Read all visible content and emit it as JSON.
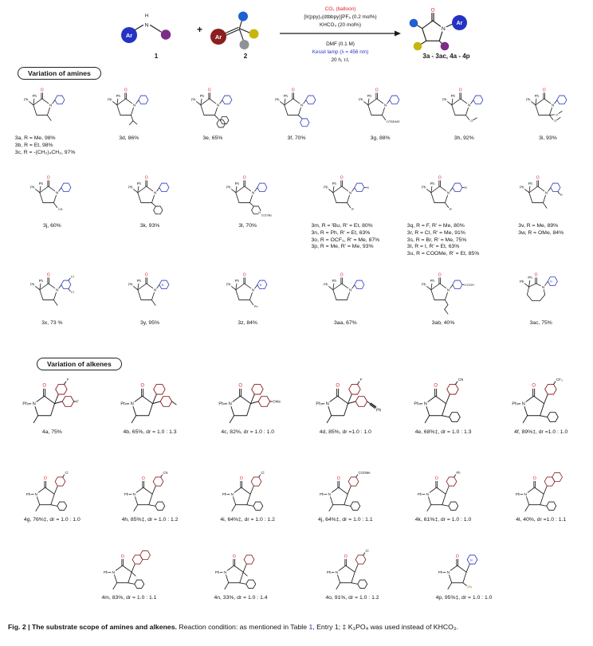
{
  "colors": {
    "bond": "#1a1a1a",
    "red": "#e31e24",
    "blue": "#2433c4",
    "aryl": "#8b1f1f",
    "ball_purple": "#7c2c86",
    "ball_blue": "#1f5fd0",
    "ball_yellow": "#c9b60c",
    "ball_gray": "#8f9296"
  },
  "scheme": {
    "c1": {
      "ar": "Ar",
      "n": "N",
      "h": "H",
      "label": "1"
    },
    "plus": "+",
    "c2": {
      "ar": "Ar",
      "label": "2"
    },
    "arrow": {
      "above": [
        "CO₂ (balloon)",
        "[Ir(ppy)₂(dtbbpy)]PF₆ (0.2 mol%)",
        "KHCO₃ (20 mol%)"
      ],
      "below": [
        "DMF (0.1 M)",
        "Kessil lamp (λ = 456 nm)",
        "20 h, r.t."
      ]
    },
    "product": {
      "ar": "Ar",
      "n": "N",
      "o": "O",
      "label": "3a - 3ac, 4a - 4p"
    }
  },
  "sections": [
    {
      "title": "Variation of amines",
      "rows": [
        [
          {
            "id": "3a-3c",
            "s": {
              "t": "a"
            },
            "lines": [
              "3a, R = Me, 98%",
              "3b, R = Et, 98%",
              "3c, R = -(CH₂)₄CH₃, 97%"
            ]
          },
          {
            "id": "3d",
            "s": {
              "t": "a",
              "branch": true
            },
            "lines": [
              "3d, 86%"
            ]
          },
          {
            "id": "3e",
            "s": {
              "t": "a",
              "bulky": true
            },
            "lines": [
              "3e, 65%"
            ]
          },
          {
            "id": "3f",
            "s": {
              "t": "a",
              "subhex": "#2433c4"
            },
            "lines": [
              "3f, 70%"
            ]
          },
          {
            "id": "3g",
            "s": {
              "t": "a",
              "sub": "OTBDMS"
            },
            "lines": [
              "3g, 88%"
            ]
          },
          {
            "id": "3h",
            "s": {
              "t": "a",
              "sub": "O"
            },
            "lines": [
              "3h, 92%"
            ]
          },
          {
            "id": "3i",
            "s": {
              "t": "a",
              "sub": "O",
              "sub2": true
            },
            "lines": [
              "3i, 93%"
            ]
          }
        ],
        [
          {
            "id": "3j",
            "s": {
              "t": "a",
              "sub": "CN"
            },
            "lines": [
              "3j, 60%"
            ]
          },
          {
            "id": "3k",
            "s": {
              "t": "a",
              "subhex": "#1a1a1a"
            },
            "lines": [
              "3k, 93%"
            ]
          },
          {
            "id": "3l",
            "s": {
              "t": "a",
              "subhex": "#1a1a1a",
              "subhexN": true,
              "subtext": "COOᵗBu"
            },
            "lines": [
              "3l, 70%"
            ]
          },
          {
            "id": "3m-3p",
            "s": {
              "t": "a",
              "nlabel": "R",
              "sub": "R'"
            },
            "lines": [
              "3m, R = ᵗBu, R' = Et, 80%",
              "3n, R = Ph, R' = Et, 63%",
              "3o, R = OCF₃, R' = Me, 87%",
              "3p, R = Me, R' = Me, 93%"
            ]
          },
          {
            "id": "3q-3u",
            "s": {
              "t": "a",
              "nlabel": "R",
              "sub": "R'"
            },
            "lines": [
              "3q, R = F, R' = Me, 80%",
              "3r, R = Cl, R' = Me, 91%",
              "3s, R = Br, R' = Me, 75%",
              "3t, R = I, R' = Et, 63%",
              "3u, R = COOMe, R' = Et, 85%"
            ]
          },
          {
            "id": "3v-3w",
            "s": {
              "t": "a",
              "nlabel": "R",
              "meta": true
            },
            "lines": [
              "3v, R = Me, 89%",
              "3w, R = OMe, 84%"
            ]
          }
        ],
        [
          {
            "id": "3x",
            "s": {
              "t": "a",
              "nlabel": "Cl",
              "nlabel2": "Cl"
            },
            "lines": [
              "3x, 73 %"
            ]
          },
          {
            "id": "3y",
            "s": {
              "t": "a",
              "py": true
            },
            "lines": [
              "3y, 95%"
            ]
          },
          {
            "id": "3z",
            "s": {
              "t": "a",
              "py": true,
              "sub": "Ph"
            },
            "lines": [
              "3z, 84%"
            ]
          },
          {
            "id": "3aa",
            "s": {
              "t": "a",
              "nosub": true
            },
            "lines": [
              "3aa, 67%"
            ]
          },
          {
            "id": "3ab",
            "s": {
              "t": "a",
              "nlabel": "COOH",
              "chain": true
            },
            "lines": [
              "3ab, 40%"
            ]
          },
          {
            "id": "3ac",
            "s": {
              "t": "a",
              "py": true,
              "ring7": true,
              "nosub": true
            },
            "lines": [
              "3ac, 75%"
            ]
          }
        ]
      ]
    },
    {
      "title": "Variation of alkenes",
      "rows": [
        [
          {
            "id": "4a",
            "s": {
              "t": "b",
              "u": "F",
              "r": "F"
            },
            "lines": [
              "4a, 75%"
            ]
          },
          {
            "id": "4b",
            "s": {
              "t": "b",
              "u": "",
              "r": "",
              "rme": true
            },
            "lines": [
              "4b, 65%, dr = 1.0 : 1.3"
            ]
          },
          {
            "id": "4c",
            "s": {
              "t": "b",
              "u": "",
              "r": "OMe"
            },
            "lines": [
              "4c, 82%, dr = 1.0 : 1.0"
            ]
          },
          {
            "id": "4d",
            "s": {
              "t": "b",
              "u": "F",
              "r": "",
              "alkyne": true,
              "alk": "Ph"
            },
            "lines": [
              "4d, 85%, dr =1.0 : 1.0"
            ]
          },
          {
            "id": "4e",
            "s": {
              "t": "b",
              "u": "CN",
              "ph4": "hex"
            },
            "lines": [
              "4e, 68%‡, dr = 1.0 : 1.3"
            ]
          },
          {
            "id": "4f",
            "s": {
              "t": "b",
              "u": "CF₃",
              "ph4": "hex"
            },
            "lines": [
              "4f, 89%‡, dr =1.0 : 1.0"
            ]
          }
        ],
        [
          {
            "id": "4g",
            "s": {
              "t": "b",
              "u": "Cl",
              "ph4": "hex"
            },
            "lines": [
              "4g, 76%‡, dr = 1.0 : 1.0"
            ]
          },
          {
            "id": "4h",
            "s": {
              "t": "b",
              "u": "CN",
              "ph4": "hex"
            },
            "lines": [
              "4h, 85%‡, dr = 1.0 : 1.2"
            ]
          },
          {
            "id": "4i",
            "s": {
              "t": "b",
              "u": "Cl",
              "ph4": "hex"
            },
            "lines": [
              "4i, 64%‡, dr = 1.0 : 1.2"
            ]
          },
          {
            "id": "4j",
            "s": {
              "t": "b",
              "u": "COOMe",
              "ph4": "hex"
            },
            "lines": [
              "4j, 64%‡, dr = 1.0 : 1.1"
            ]
          },
          {
            "id": "4k",
            "s": {
              "t": "b",
              "u": "Ph",
              "ph4": "hex"
            },
            "lines": [
              "4k, 61%‡, dr = 1.0 : 1.0"
            ]
          },
          {
            "id": "4l",
            "s": {
              "t": "b",
              "u": "",
              "unaph": true,
              "ph4": "hex"
            },
            "lines": [
              "4l, 40%, dr =1.0 : 1.1"
            ]
          }
        ],
        [
          {
            "id": "4m",
            "s": {
              "t": "b",
              "u": "",
              "unaph": true,
              "me3": true,
              "ph4": "hex"
            },
            "lines": [
              "4m, 83%, dr = 1.0 : 1.1"
            ]
          },
          {
            "id": "4n",
            "s": {
              "t": "b",
              "u": "",
              "me3": true,
              "ph4": "hex"
            },
            "lines": [
              "4n, 33%, dr = 1.0 : 1.4"
            ]
          },
          {
            "id": "4o",
            "s": {
              "t": "b",
              "u": "Cl",
              "ph4": "hex"
            },
            "lines": [
              "4o, 91%, dr = 1.0 : 1.2"
            ]
          },
          {
            "id": "4p",
            "s": {
              "t": "b",
              "u": "",
              "upy": true,
              "ph4": "text",
              "ph4label": "Ph",
              "ph4c": "#b97a00"
            },
            "lines": [
              "4p, 95%‡, dr = 1.0 : 1.0"
            ]
          }
        ]
      ]
    }
  ],
  "caption": {
    "bold": "Fig. 2 | The substrate scope of amines and alkenes.",
    "normal_1": " Reaction condition: as mentioned in Table ",
    "link": "1",
    "normal_2": ", Entry 1; ‡ K₃PO₄ was used instead of KHCO₃."
  }
}
